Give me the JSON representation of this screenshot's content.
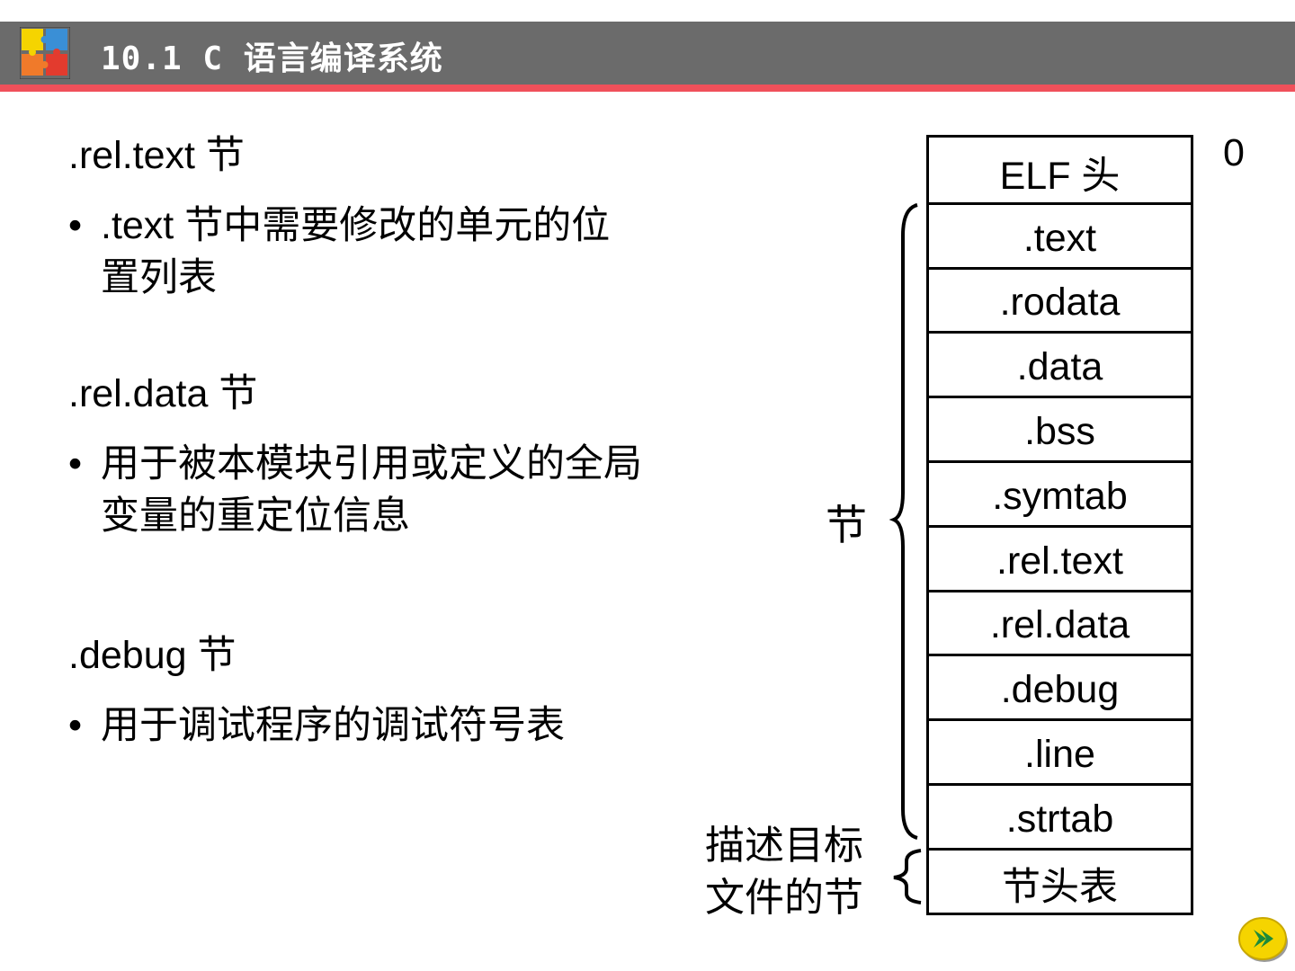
{
  "header": {
    "title": "10.1 C 语言编译系统"
  },
  "content": {
    "sections": [
      {
        "title": ".rel.text 节",
        "bullet": ".text 节中需要修改的单元的位置列表"
      },
      {
        "title": ".rel.data 节",
        "bullet": "用于被本模块引用或定义的全局变量的重定位信息"
      },
      {
        "title": ".debug 节",
        "bullet": "用于调试程序的调试符号表"
      }
    ]
  },
  "diagram": {
    "offset_label": "0",
    "rows": [
      "ELF 头",
      ".text",
      ".rodata",
      ".data",
      ".bss",
      ".symtab",
      ".rel.text",
      ".rel.data",
      ".debug",
      ".line",
      ".strtab",
      "节头表"
    ],
    "sections_brace_label": "节",
    "header_table_label": "描述目标文件的节"
  },
  "nav": {
    "next_icon": "next-arrow-icon"
  },
  "colors": {
    "header_bg": "#6b6b6b",
    "header_stripe": "#f0505a",
    "next_button": "#f5d400"
  }
}
